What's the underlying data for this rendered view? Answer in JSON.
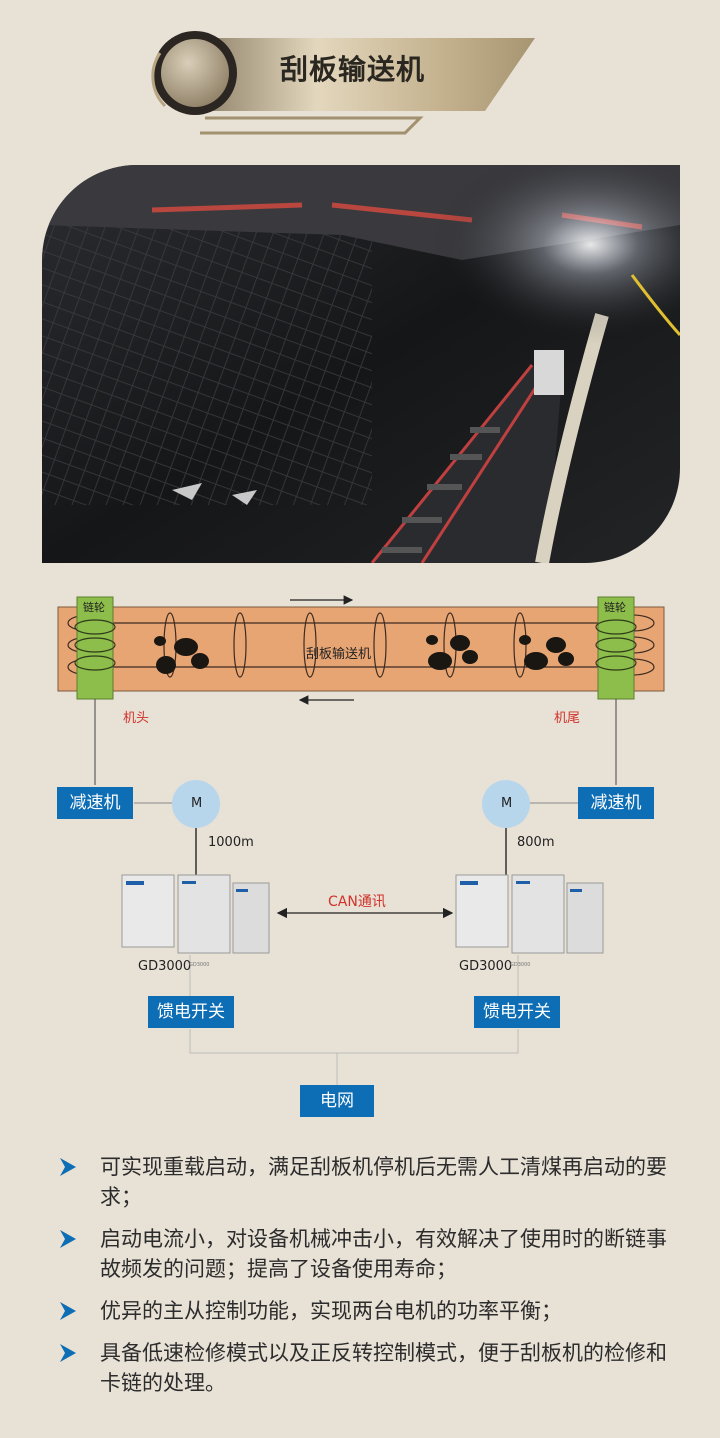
{
  "title": "刮板输送机",
  "diagram": {
    "conveyor_label": "刮板输送机",
    "sprocket_left": "链轮",
    "sprocket_right": "链轮",
    "head_label": "机头",
    "tail_label": "机尾",
    "reducer_left": "减速机",
    "reducer_right": "减速机",
    "motor_left": "M",
    "motor_right": "M",
    "cable_left": "1000m",
    "cable_right": "800m",
    "comm_label": "CAN通讯",
    "drive_left": "GD3000",
    "drive_right": "GD3000",
    "drive_left_small": "GD3000",
    "drive_right_small": "GD3000",
    "feeder_left": "馈电开关",
    "feeder_right": "馈电开关",
    "grid": "电网"
  },
  "bullets": [
    "可实现重载启动，满足刮板机停机后无需人工清煤再启动的要求；",
    "启动电流小，对设备机械冲击小，有效解决了使用时的断链事故频发的问题；提高了设备使用寿命；",
    "优异的主从控制功能，实现两台电机的功率平衡；",
    "具备低速检修模式以及正反转控制模式，便于刮板机的检修和卡链的处理。"
  ],
  "colors": {
    "background": "#e8e1d6",
    "accent_blue": "#0d6db5",
    "conveyor_orange": "#e8a574",
    "sprocket_green": "#8dbd4a",
    "motor_blue": "#b7d6ec",
    "text_red": "#d0322a",
    "banner_gold": "#c6b491"
  }
}
